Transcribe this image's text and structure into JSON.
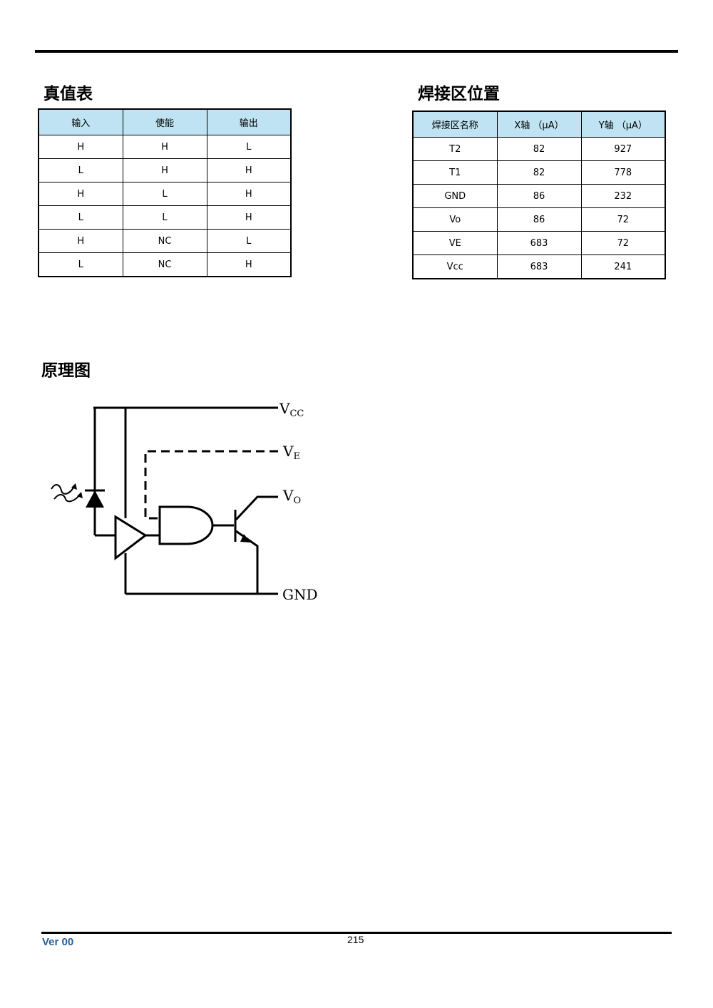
{
  "truth_table": {
    "title": "真值表",
    "headers": [
      "输入",
      "使能",
      "输出"
    ],
    "rows": [
      [
        "H",
        "H",
        "L"
      ],
      [
        "L",
        "H",
        "H"
      ],
      [
        "H",
        "L",
        "H"
      ],
      [
        "L",
        "L",
        "H"
      ],
      [
        "H",
        "NC",
        "L"
      ],
      [
        "L",
        "NC",
        "H"
      ]
    ]
  },
  "pad_table": {
    "title": "焊接区位置",
    "headers": [
      "焊接区名称",
      "X轴 （μA）",
      "Y轴 （μA）"
    ],
    "rows": [
      [
        "T2",
        "82",
        "927"
      ],
      [
        "T1",
        "82",
        "778"
      ],
      [
        "GND",
        "86",
        "232"
      ],
      [
        "Vo",
        "86",
        "72"
      ],
      [
        "VE",
        "683",
        "72"
      ],
      [
        "Vcc",
        "683",
        "241"
      ]
    ]
  },
  "schematic": {
    "title": "原理图",
    "labels": {
      "vcc_main": "V",
      "vcc_sub": "CC",
      "ve_main": "V",
      "ve_sub": "E",
      "vo_main": "V",
      "vo_sub": "O",
      "gnd": "GND"
    }
  },
  "footer": {
    "version": "Ver 00",
    "page_number": "215"
  }
}
